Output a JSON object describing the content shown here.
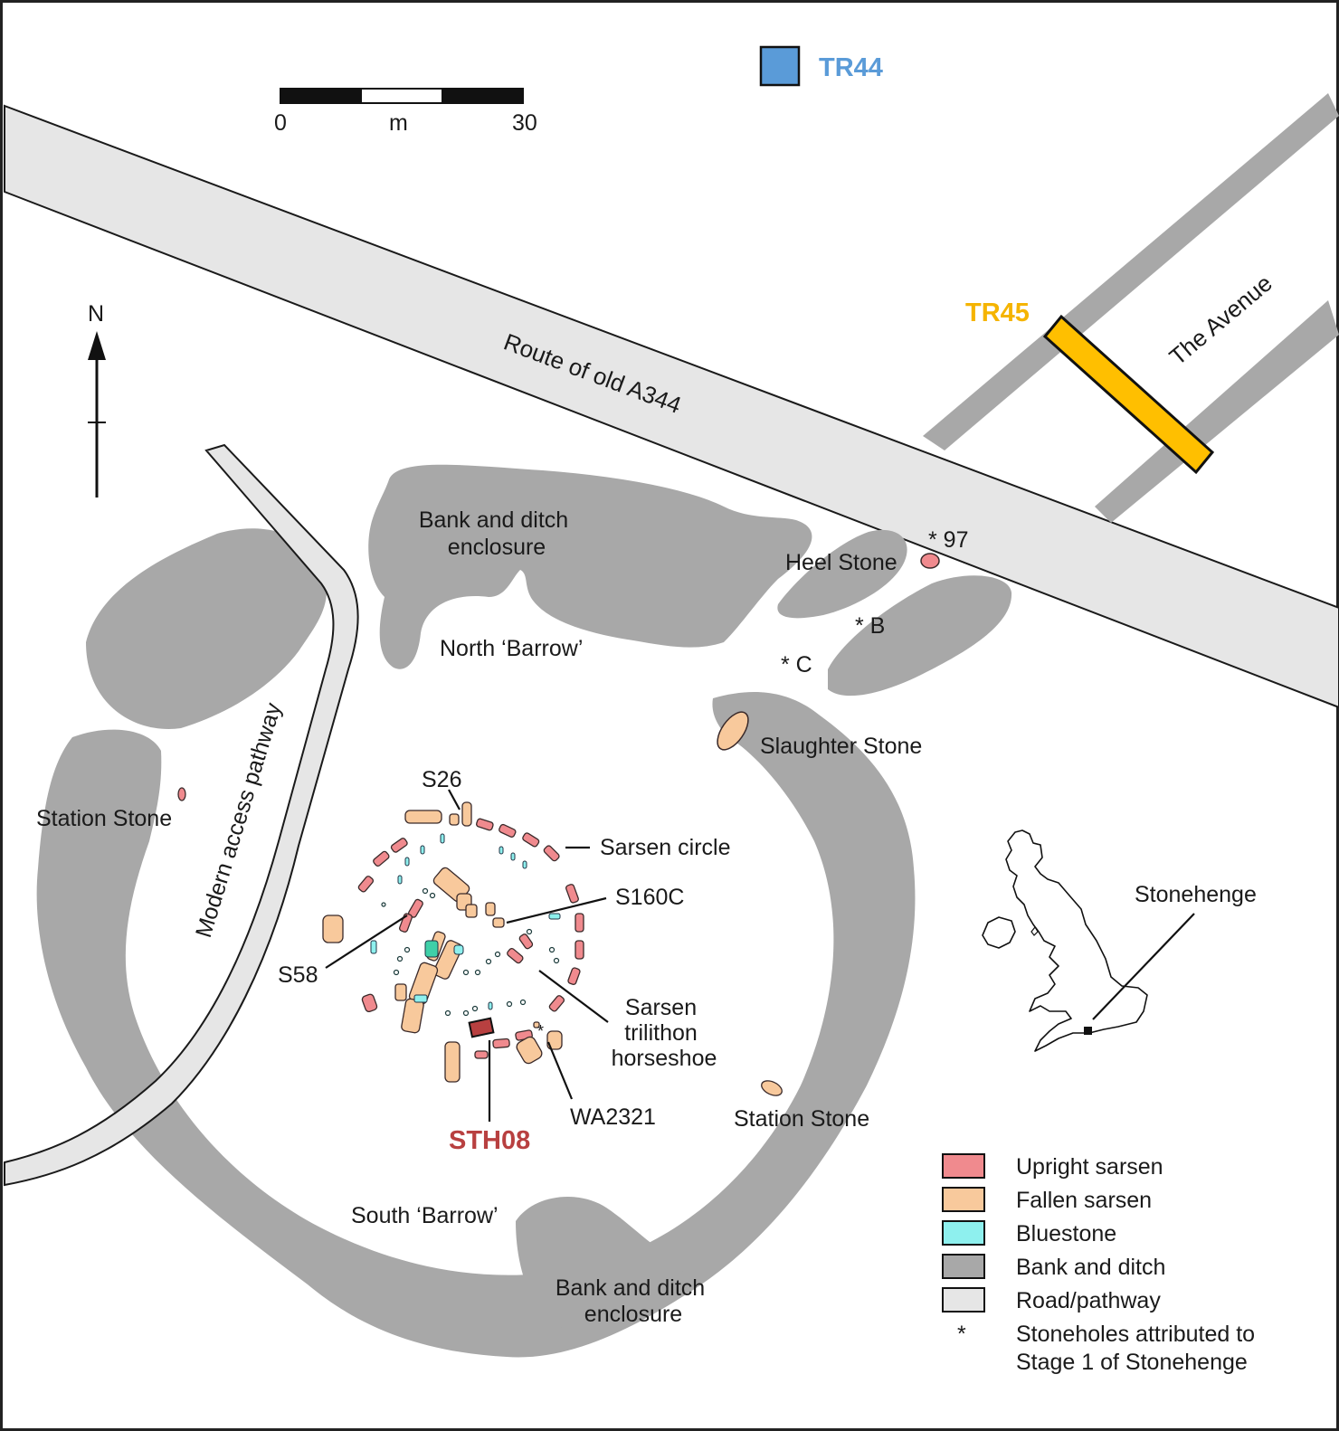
{
  "colors": {
    "upright_sarsen": "#f08a8e",
    "fallen_sarsen": "#f8c99c",
    "bluestone": "#8ef0ee",
    "bank_ditch": "#a8a8a8",
    "road": "#e6e6e6",
    "tr44": "#5a9bd8",
    "tr45": "#ffbf00",
    "sth08": "#b84040"
  },
  "scale_bar": {
    "start": "0",
    "unit": "m",
    "end": "30"
  },
  "north_arrow": {
    "label": "N"
  },
  "trenches": {
    "tr44": "TR44",
    "tr45": "TR45",
    "sth08": "STH08"
  },
  "labels": {
    "road": "Route of old A344",
    "avenue": "The Avenue",
    "pathway": "Modern access pathway",
    "enclosure_north": [
      "Bank and ditch",
      "enclosure"
    ],
    "enclosure_south": [
      "Bank and ditch",
      "enclosure"
    ],
    "north_barrow": "North ‘Barrow’",
    "south_barrow": "South ‘Barrow’",
    "heel_stone": "Heel Stone",
    "slaughter_stone": "Slaughter Stone",
    "station_stone_w": "Station Stone",
    "station_stone_se": "Station Stone",
    "stonehole_97": "* 97",
    "stonehole_b": "* B",
    "stonehole_c": "* C",
    "s26": "S26",
    "sarsen_circle": "Sarsen circle",
    "s160c": "S160C",
    "s58": "S58",
    "trilithon": [
      "Sarsen",
      "trilithon",
      "horseshoe"
    ],
    "wa2321": "WA2321",
    "stonehenge": "Stonehenge"
  },
  "legend": [
    {
      "label": "Upright sarsen",
      "swatch": "#f08a8e"
    },
    {
      "label": "Fallen sarsen",
      "swatch": "#f8c99c"
    },
    {
      "label": "Bluestone",
      "swatch": "#8ef0ee"
    },
    {
      "label": "Bank and ditch",
      "swatch": "#a8a8a8"
    },
    {
      "label": "Road/pathway",
      "swatch": "#e6e6e6"
    }
  ],
  "legend_note": {
    "symbol": "*",
    "lines": [
      "Stoneholes attributed to",
      "Stage 1 of Stonehenge"
    ]
  }
}
